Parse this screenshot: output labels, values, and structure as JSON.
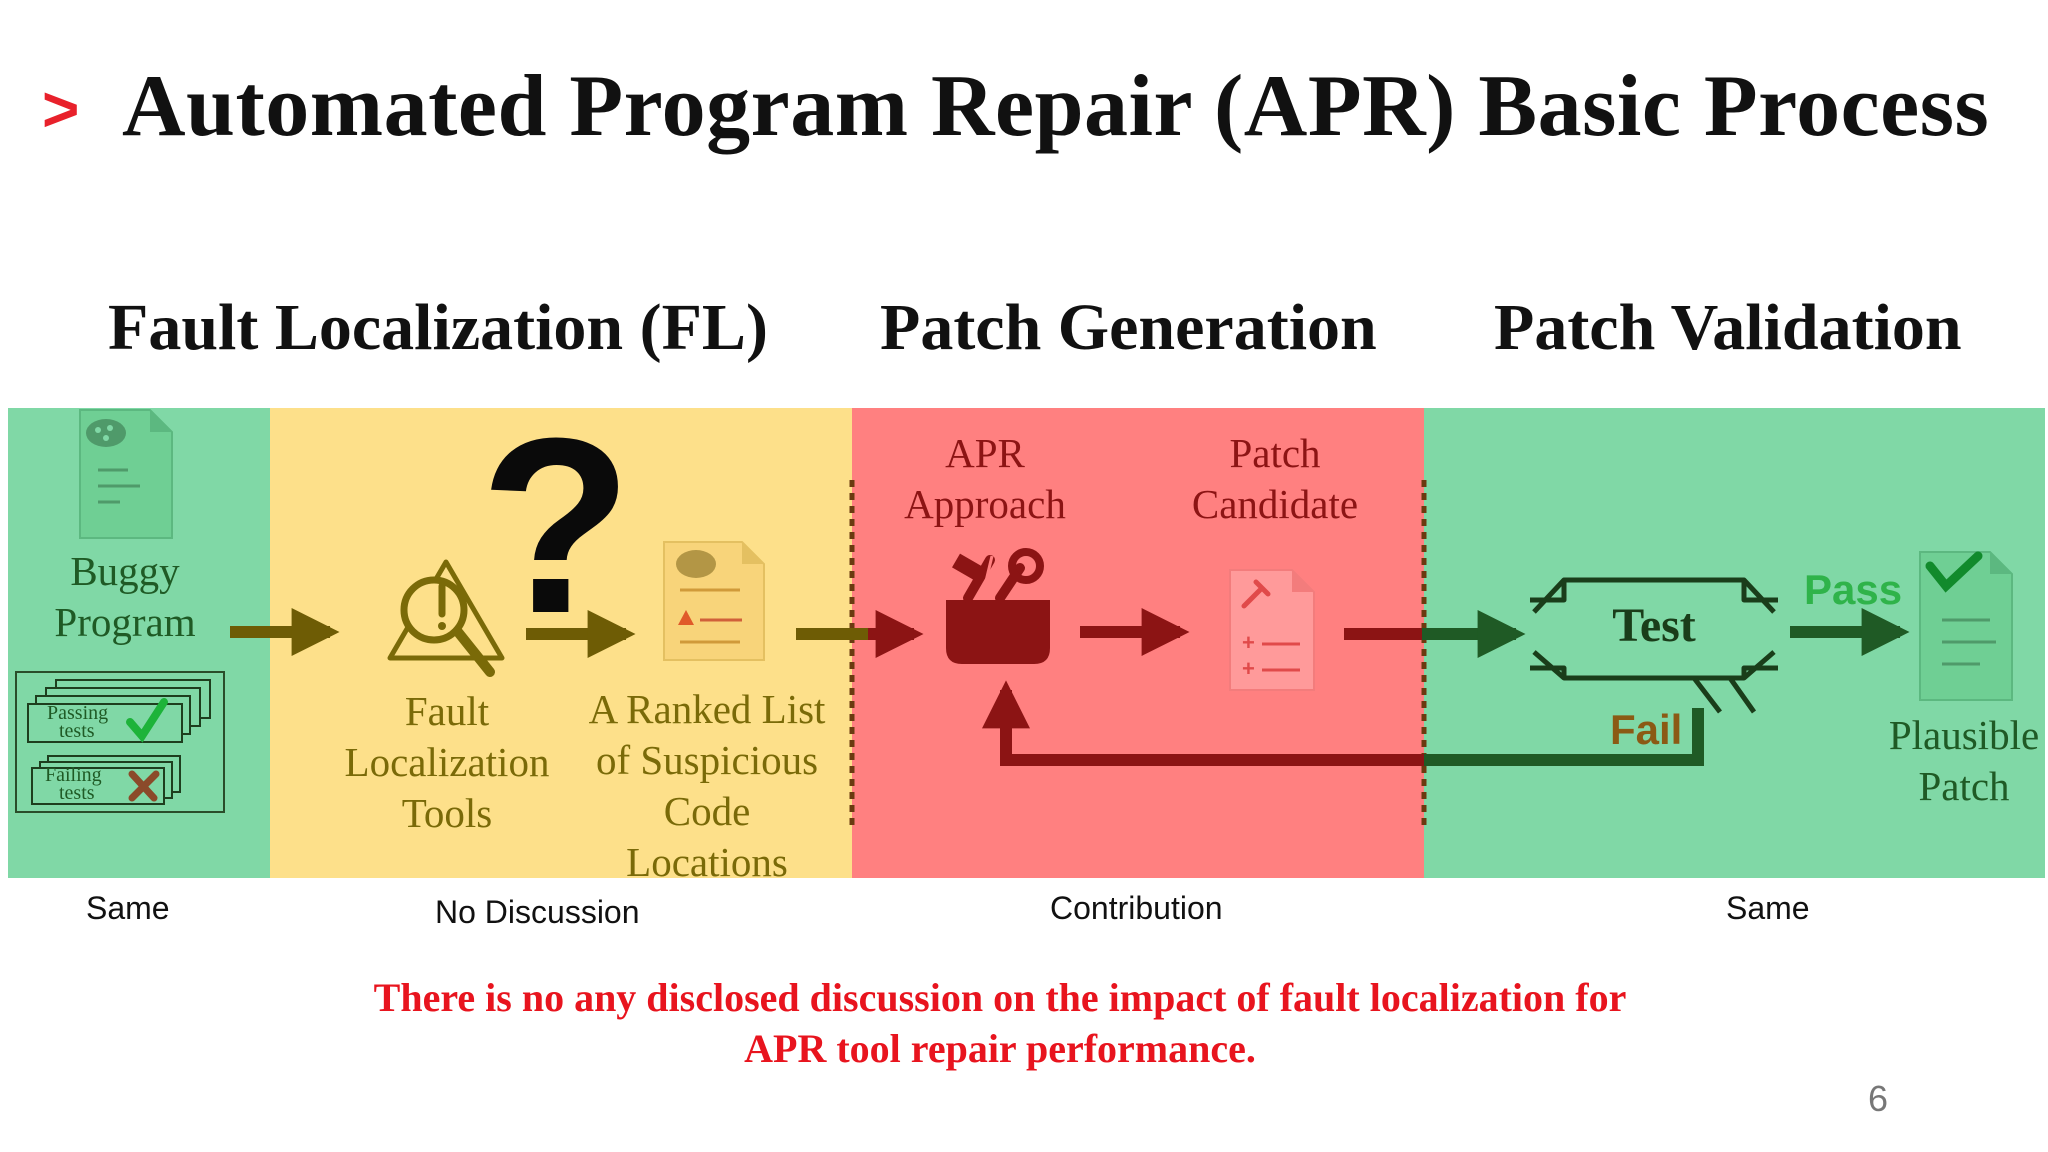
{
  "slide": {
    "bullet": ">",
    "title": "Automated Program Repair (APR) Basic Process",
    "page_number": "6"
  },
  "stages": {
    "fl": "Fault Localization (FL)",
    "pg": "Patch Generation",
    "pv": "Patch Validation"
  },
  "nodes": {
    "buggy_program": [
      "Buggy",
      "Program"
    ],
    "passing_tests": [
      "Passing",
      "tests"
    ],
    "failing_tests": [
      "Failing",
      "tests"
    ],
    "question_mark": "?",
    "fl_tools": [
      "Fault",
      "Localization",
      "Tools"
    ],
    "ranked_list": [
      "A Ranked List",
      "of Suspicious",
      "Code",
      "Locations"
    ],
    "apr_approach": [
      "APR",
      "Approach"
    ],
    "patch_candidate": [
      "Patch",
      "Candidate"
    ],
    "test": "Test",
    "pass": "Pass",
    "fail": "Fail",
    "plausible_patch": [
      "Plausible",
      "Patch"
    ]
  },
  "footer_labels": {
    "green_left": "Same",
    "yellow": "No Discussion",
    "red": "Contribution",
    "green_right": "Same"
  },
  "note": [
    "There is no any disclosed discussion on the impact of fault localization for",
    "APR tool repair performance."
  ],
  "colors": {
    "accent_red": "#e8212b",
    "band_green": "#80d8a6",
    "band_yellow": "#fde08a",
    "band_red": "#ff8080",
    "olive": "#7a6a08",
    "dark_red": "#8c1414",
    "dark_green": "#1f5a25",
    "pass_green": "#2fb34a",
    "fail_brown": "#8b5a14"
  },
  "icons": [
    "bug-document-icon",
    "warning-magnifier-icon",
    "toolbox-icon",
    "patch-document-icon",
    "checked-document-icon",
    "checkmark-icon",
    "cross-icon"
  ]
}
